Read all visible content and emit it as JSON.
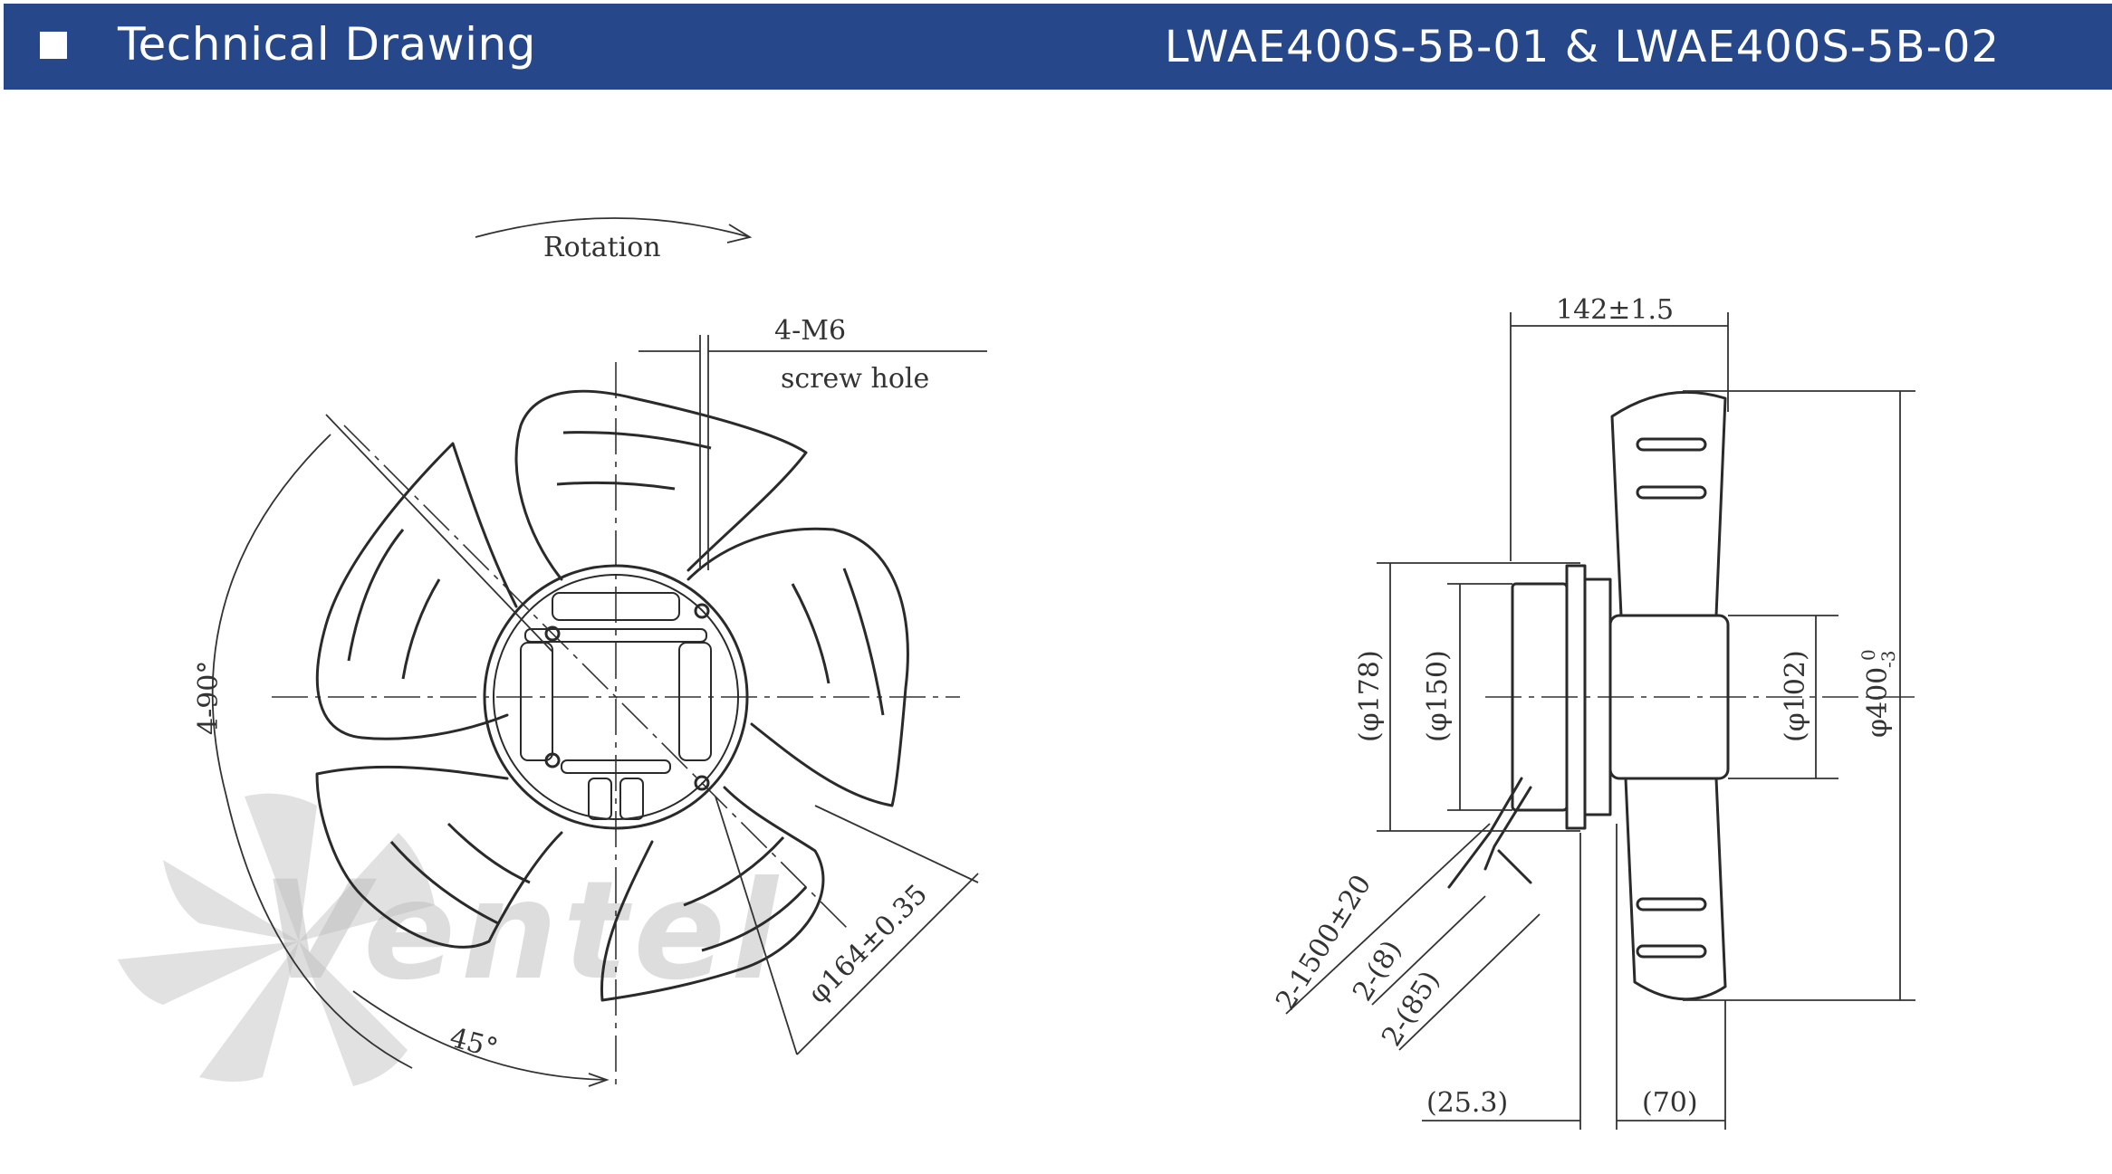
{
  "header": {
    "title": "Technical Drawing",
    "model": "LWAE400S-5B-01 & LWAE400S-5B-02",
    "bar_color": "#264789"
  },
  "front_view": {
    "rotation_label": "Rotation",
    "screw_label_1": "4-M6",
    "screw_label_2": "screw hole",
    "angle_label": "4-90°",
    "angle_45_label": "45°",
    "diameter_label": "φ164±0.35",
    "watermark_text": "Ventel"
  },
  "side_view": {
    "width_label": "142±1.5",
    "d178_label": "(φ178)",
    "d150_label": "(φ150)",
    "d102_label": "(φ102)",
    "d400_label": "φ400",
    "d400_tol_upper": "0",
    "d400_tol_lower": "-3",
    "cable_1_label": "2-1500±20",
    "cable_2_label": "2-(8)",
    "cable_3_label": "2-(85)",
    "dim_253_label": "(25.3)",
    "dim_70_label": "(70)"
  }
}
